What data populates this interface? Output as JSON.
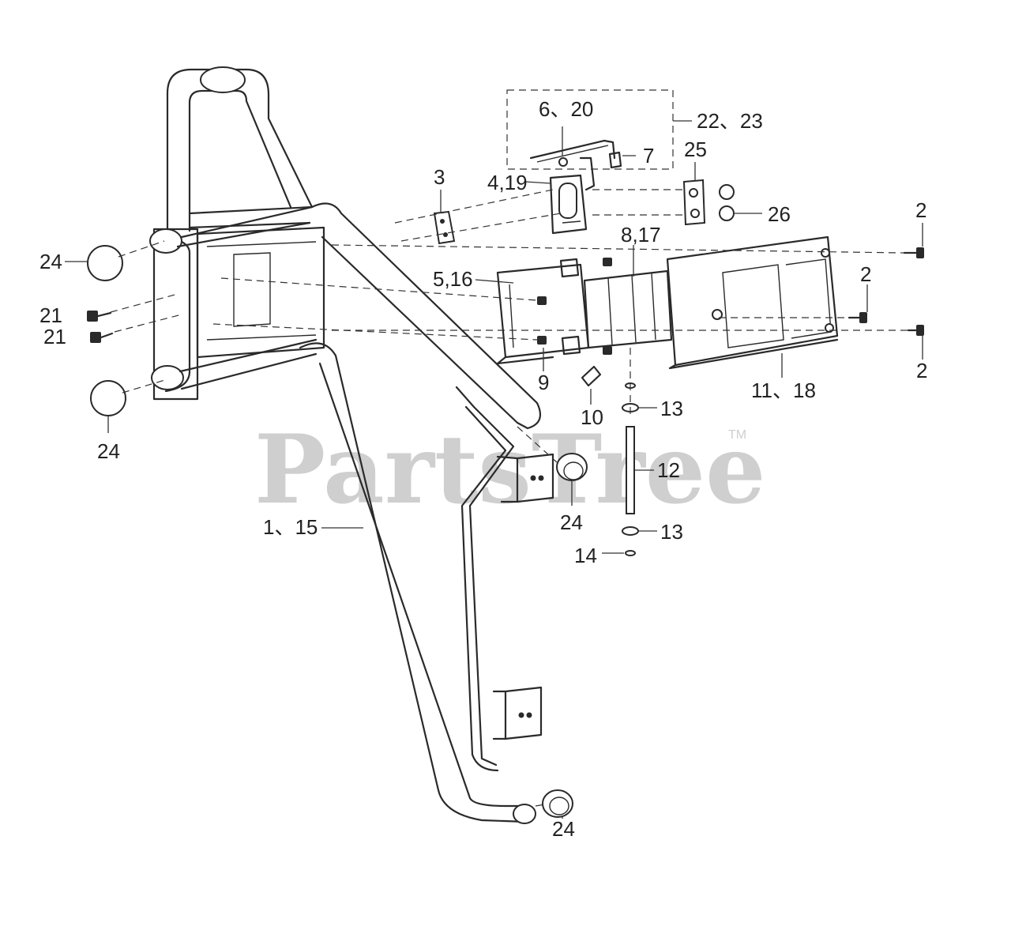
{
  "watermark": {
    "text": "PartsTree",
    "tm": "TM",
    "color": "#cfcfcf"
  },
  "callouts": {
    "c1_15": "1、15",
    "c2a": "2",
    "c2b": "2",
    "c2c": "2",
    "c3": "3",
    "c4_19": "4,19",
    "c5_16": "5,16",
    "c6_20": "6、20",
    "c7": "7",
    "c8_17": "8,17",
    "c9": "9",
    "c10": "10",
    "c11_18": "11、18",
    "c12": "12",
    "c13a": "13",
    "c13b": "13",
    "c14": "14",
    "c21a": "21",
    "c21b": "21",
    "c22_23": "22、23",
    "c24a": "24",
    "c24b": "24",
    "c24c": "24",
    "c24d": "24",
    "c25": "25",
    "c26": "26"
  }
}
